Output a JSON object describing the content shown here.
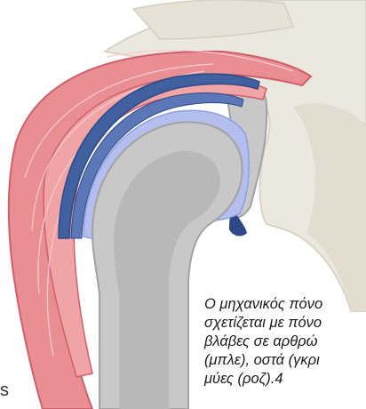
{
  "caption": {
    "lines": [
      "Ο μηχανικός πόνο",
      "σχετίζεται με πόνο",
      "βλάβες σε αρθρώ",
      "(μπλε), οστά (γκρι",
      "μύες (ροζ).4"
    ]
  },
  "left_edge_text": "s",
  "colors": {
    "muscle": "#e98f93",
    "muscle_outline": "#cf5f6a",
    "bone": "#c8c8c8",
    "bone_outline": "#a2a2a2",
    "cartilage": "#b4bff0",
    "bursa": "#41609f",
    "shoulder_blade": "#ebe8df"
  }
}
